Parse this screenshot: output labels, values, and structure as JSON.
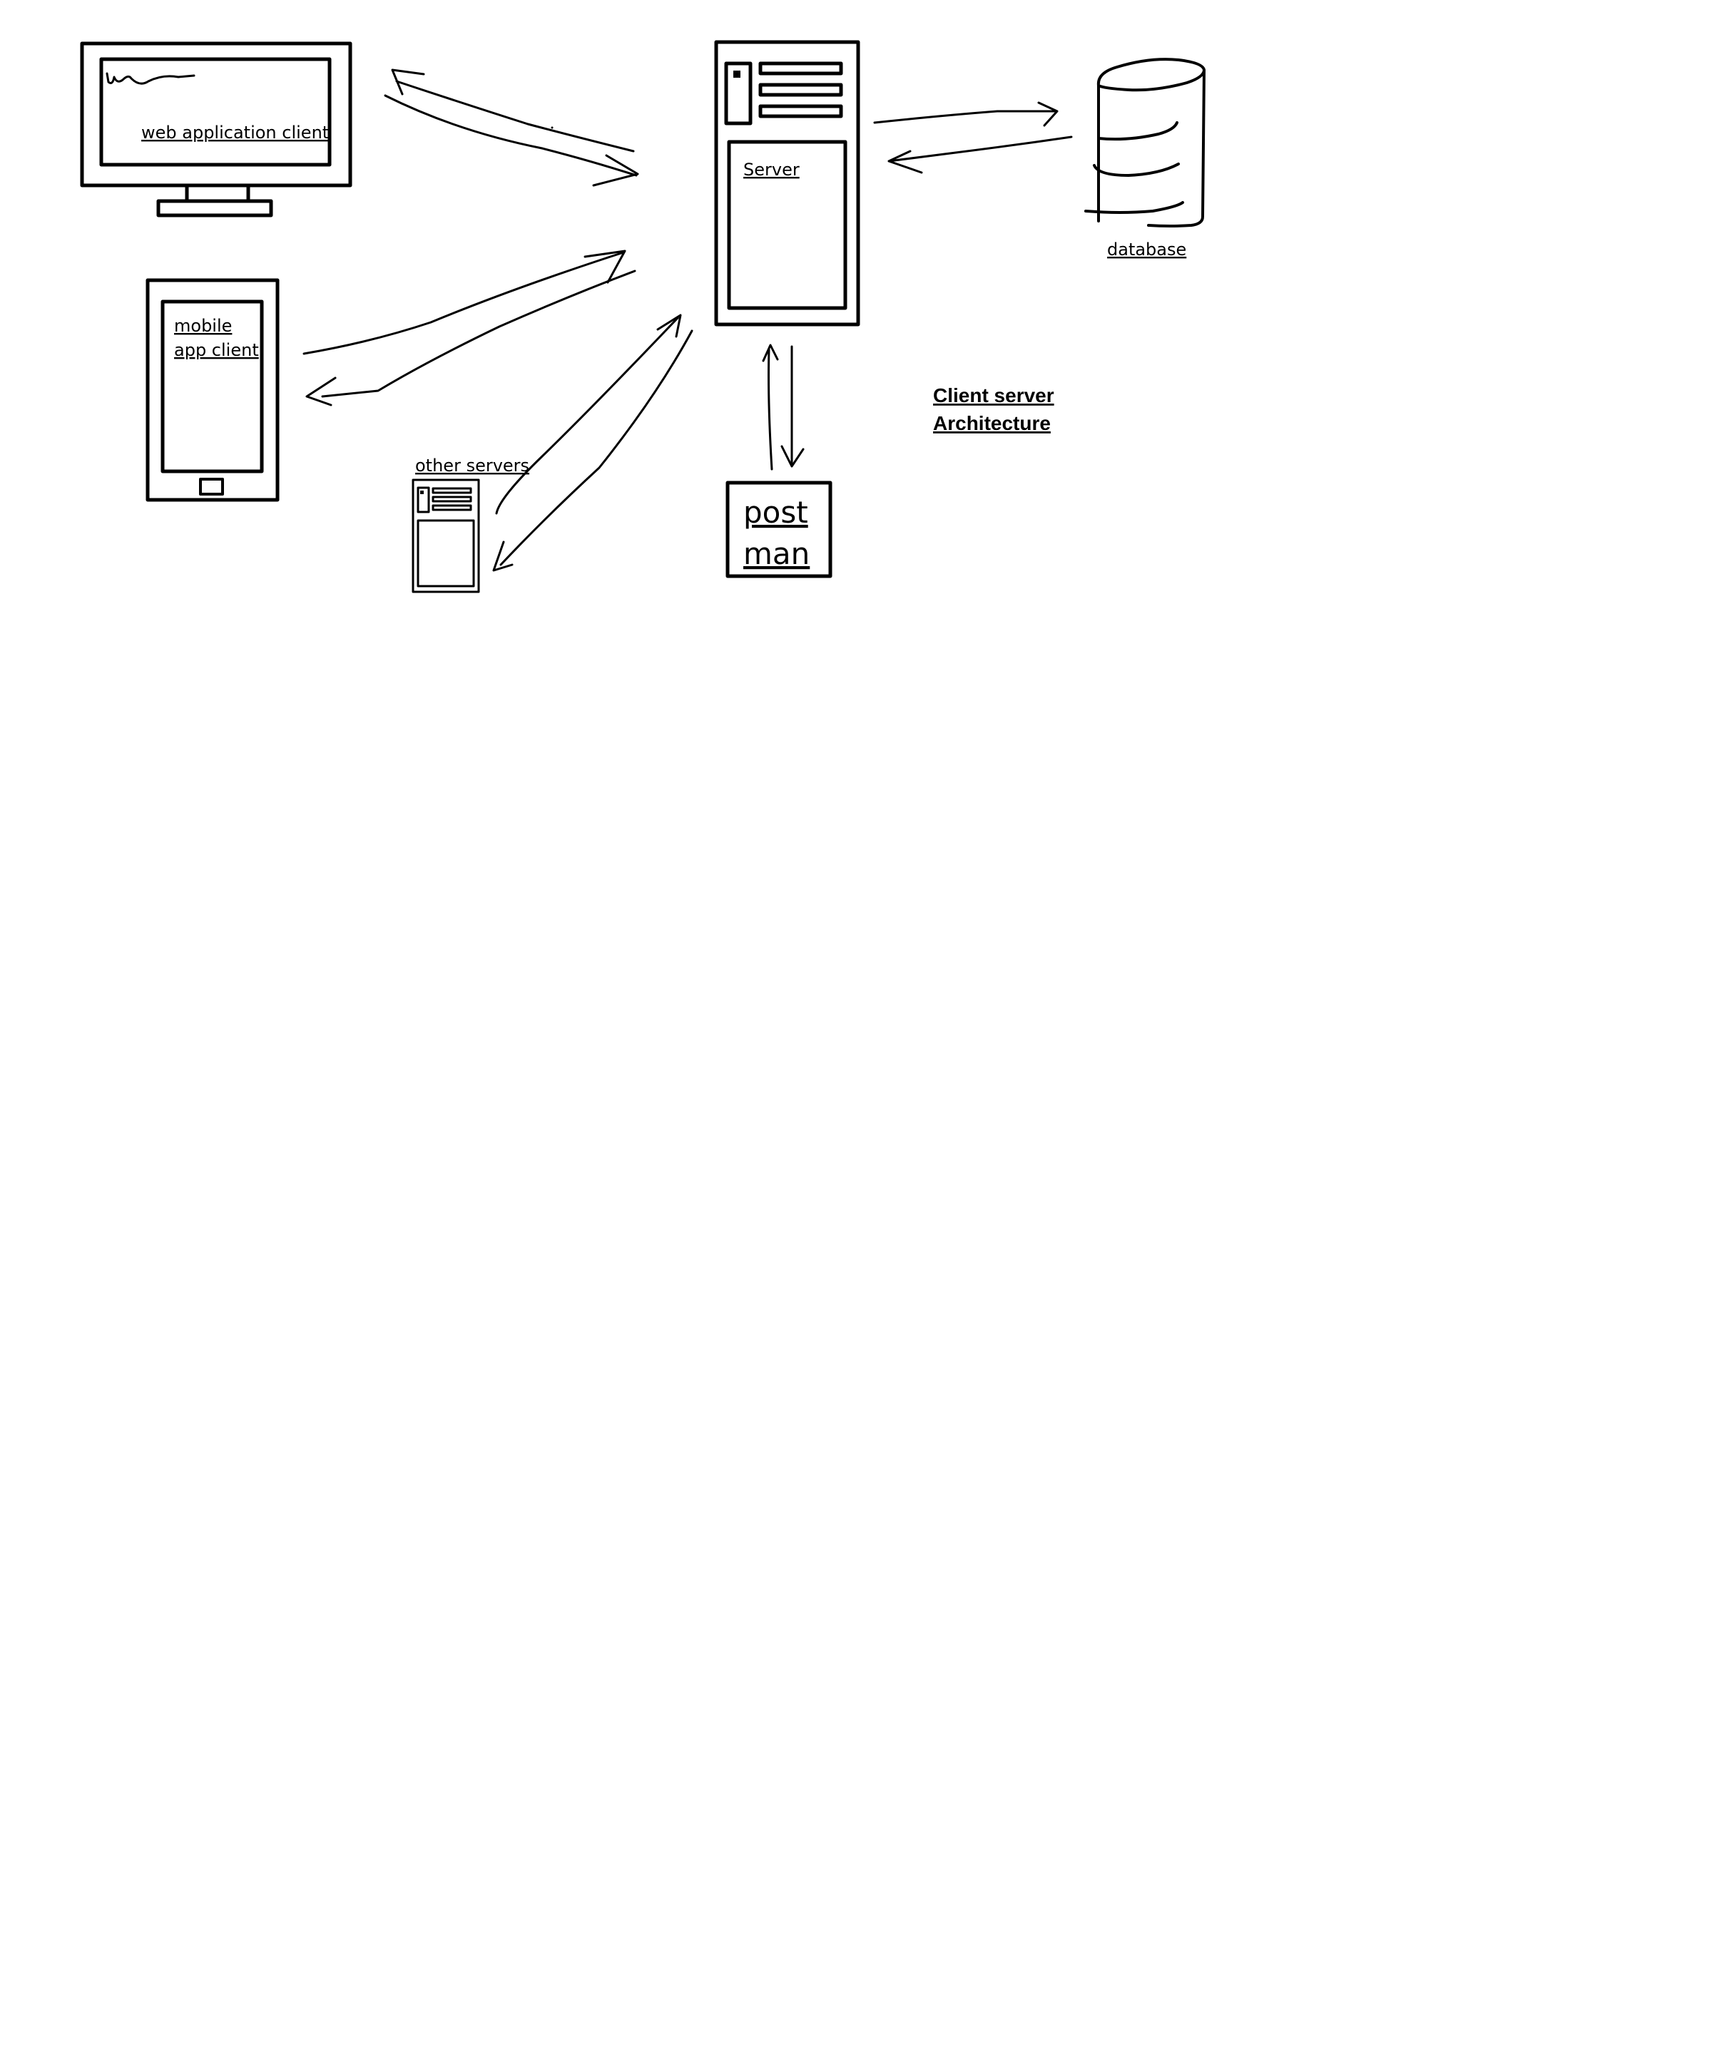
{
  "labels": {
    "web_client": "web application client",
    "mobile_client_line1": "mobile",
    "mobile_client_line2": "app client",
    "server": "Server",
    "database": "database",
    "other_servers": "other servers",
    "postman_line1": "post",
    "postman_line2": "man",
    "title_line1": "Client server",
    "title_line2": "Architecture"
  },
  "colors": {
    "ink": "#000000",
    "background": "#ffffff"
  }
}
